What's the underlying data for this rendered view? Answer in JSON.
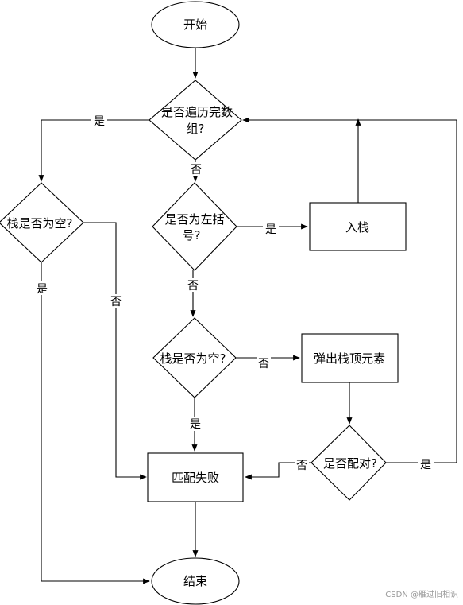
{
  "nodes": {
    "start": "开始",
    "loop_check_1": "是否遍历完数",
    "loop_check_2": "组?",
    "left_paren_1": "是否为左括",
    "left_paren_2": "号?",
    "push": "入栈",
    "final_empty": "栈是否为空?",
    "mid_empty": "栈是否为空?",
    "pop": "弹出栈顶元素",
    "match": "是否配对?",
    "fail": "匹配失败",
    "end": "结束"
  },
  "edge_labels": {
    "loop_yes": "是",
    "loop_no": "否",
    "paren_yes": "是",
    "paren_no": "否",
    "final_empty_yes": "是",
    "final_empty_no": "否",
    "mid_empty_no": "否",
    "mid_empty_yes": "是",
    "match_no": "否",
    "match_yes": "是"
  },
  "watermark": "CSDN @雁过旧相识"
}
